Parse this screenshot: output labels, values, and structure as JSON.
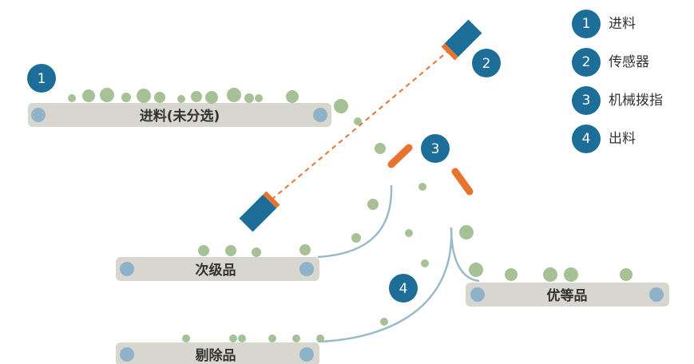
{
  "legend": [
    {
      "num": "1",
      "label": "进料"
    },
    {
      "num": "2",
      "label": "传感器"
    },
    {
      "num": "3",
      "label": "机械拨指"
    },
    {
      "num": "4",
      "label": "出料"
    }
  ],
  "belts": {
    "feed": "进料(未分选)",
    "second": "次级品",
    "rejected": "剔除品",
    "premium": "优等品"
  },
  "markers": {
    "m1": "1",
    "m2": "2",
    "m3": "3",
    "m4": "4"
  },
  "colors": {
    "accent": "#1c6d98",
    "sensor_cap": "#e8732f",
    "belt": "#d7d6cf",
    "roller": "#8fb2c8",
    "item": "#a6c196",
    "line": "#9ab9cb"
  }
}
